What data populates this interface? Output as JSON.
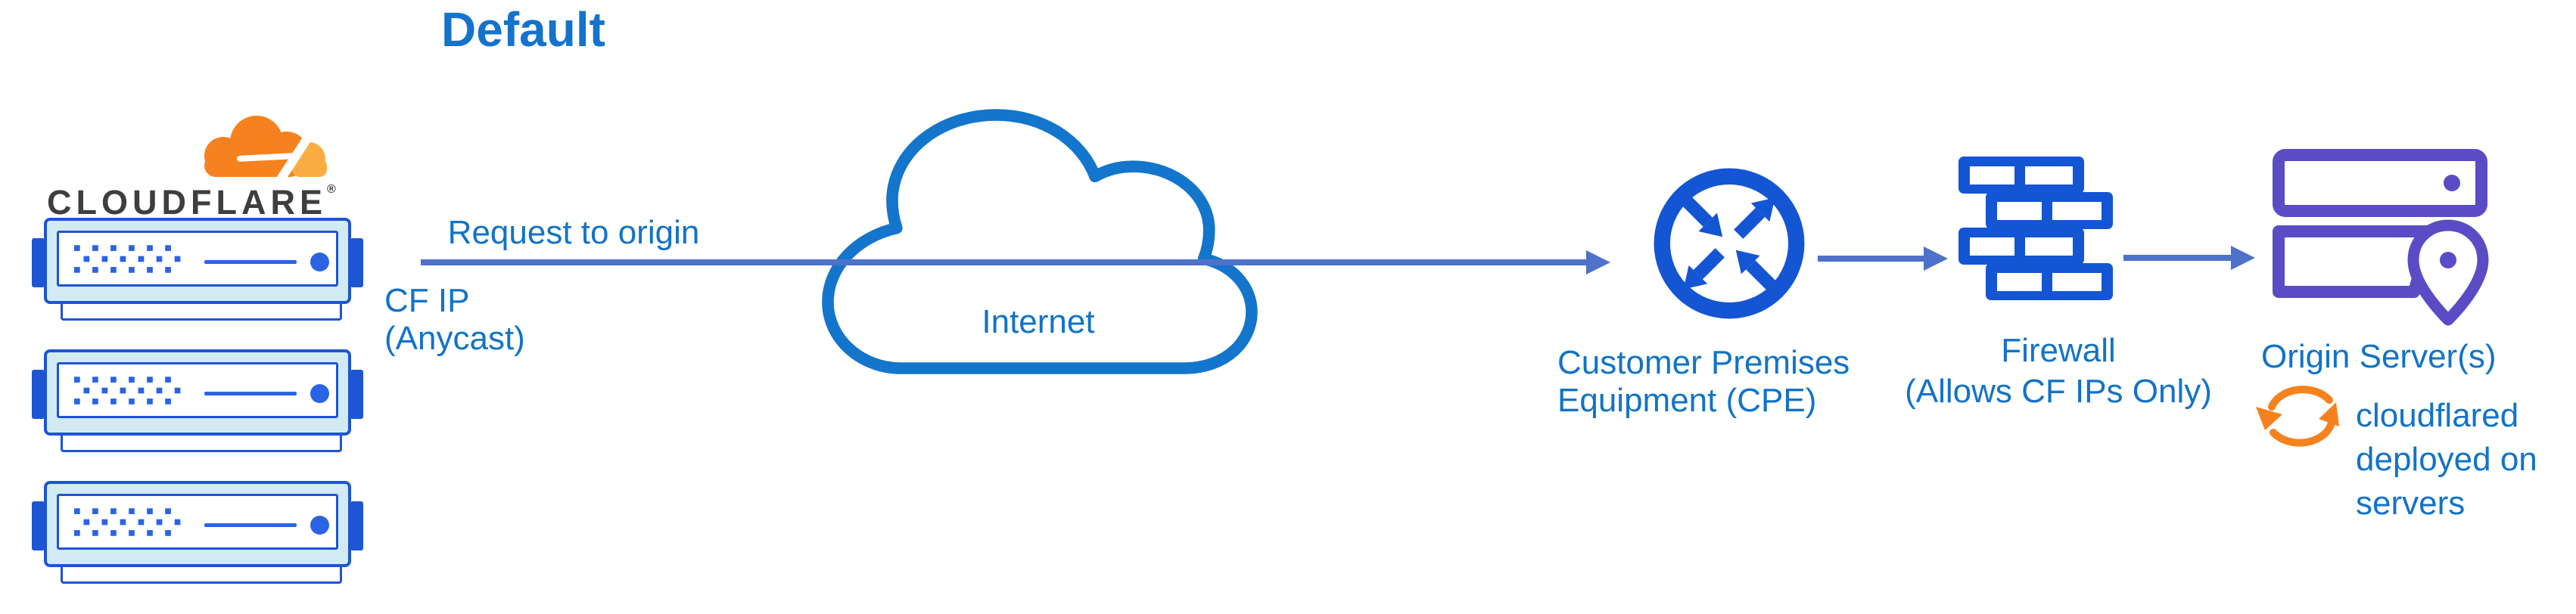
{
  "title": "Default",
  "logo": {
    "wordmark": "CLOUDFLARE",
    "registered": "®"
  },
  "labels": {
    "request_to_origin": "Request to origin",
    "cf_ip_line1": "CF IP",
    "cf_ip_line2": "(Anycast)",
    "internet": "Internet",
    "cpe_line1": "Customer Premises",
    "cpe_line2": "Equipment (CPE)",
    "firewall_line1": "Firewall",
    "firewall_line2": "(Allows CF IPs Only)",
    "origin_servers": "Origin Server(s)",
    "cloudflared_line1": "cloudflared",
    "cloudflared_line2": "deployed on",
    "cloudflared_line3": "servers"
  },
  "colors": {
    "label_blue": "#1273C7",
    "title_blue": "#1573CB",
    "icon_blue": "#1455D4",
    "server_border_blue": "#1D55D2",
    "server_dot_blue": "#2A64E4",
    "server_cyan": "#D2EBF3",
    "arrow_indigo": "#4E71C9",
    "origin_purple": "#5B4BC4",
    "cloudflare_orange": "#F6821F",
    "cloudflare_orange_light": "#FBAD41",
    "logo_text": "#3E3E40"
  }
}
